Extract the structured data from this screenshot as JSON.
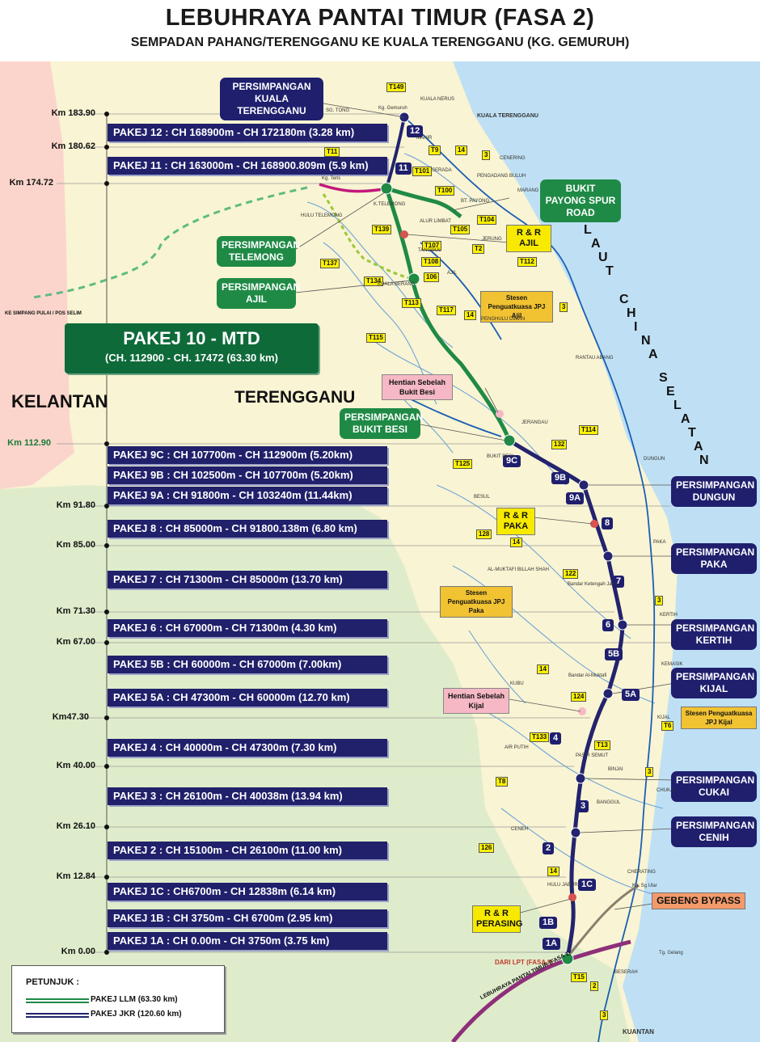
{
  "title": "LEBUHRAYA PANTAI TIMUR (FASA 2)",
  "subtitle": "SEMPADAN PAHANG/TERENGGANU KE KUALA TERENGGANU (KG. GEMURUH)",
  "colors": {
    "llm": "#1f8a46",
    "jkr": "#23236e",
    "sea": "#bfe0f4",
    "land": "#f9f4d3",
    "kelantan": "#fbd5cb",
    "pahang": "#dfeccb"
  },
  "km_markers": [
    "Km 183.90",
    "Km 180.62",
    "Km 174.72",
    "Km 112.90",
    "Km 91.80",
    "Km 85.00",
    "Km 71.30",
    "Km 67.00",
    "Km47.30",
    "Km 40.00",
    "Km 26.10",
    "Km 12.84",
    "Km 0.00"
  ],
  "pakej": [
    "PAKEJ 12 : CH 168900m - CH 172180m (3.28 km)",
    "PAKEJ 11 : CH 163000m - CH 168900.809m (5.9 km)",
    "PAKEJ 9C : CH 107700m - CH 112900m (5.20km)",
    "PAKEJ 9B : CH 102500m - CH 107700m (5.20km)",
    "PAKEJ 9A : CH 91800m - CH 103240m (11.44km)",
    "PAKEJ 8 : CH 85000m - CH 91800.138m (6.80 km)",
    "PAKEJ 7 : CH 71300m - CH 85000m (13.70 km)",
    "PAKEJ 6 : CH 67000m - CH 71300m (4.30 km)",
    "PAKEJ 5B : CH 60000m - CH 67000m (7.00km)",
    "PAKEJ 5A : CH 47300m - CH 60000m (12.70 km)",
    "PAKEJ 4 : CH 40000m - CH 47300m (7.30 km)",
    "PAKEJ 3 : CH 26100m - CH 40038m (13.94 km)",
    "PAKEJ 2 : CH 15100m - CH 26100m (11.00 km)",
    "PAKEJ 1C : CH6700m - CH 12838m (6.14 km)",
    "PAKEJ 1B : CH 3750m - CH 6700m (2.95 km)",
    "PAKEJ 1A : CH 0.00m - CH 3750m (3.75 km)"
  ],
  "pakej10": {
    "title": "PAKEJ 10 - MTD",
    "subtitle": "(CH. 112900 - CH. 17472 (63.30 km)"
  },
  "interchanges": {
    "kuala_terengganu": "PERSIMPANGAN KUALA TERENGGANU",
    "telemong": "PERSIMPANGAN TELEMONG",
    "ajil": "PERSIMPANGAN AJIL",
    "bukit_besi": "PERSIMPANGAN BUKIT BESI",
    "dungun": "PERSIMPANGAN DUNGUN",
    "paka": "PERSIMPANGAN PAKA",
    "kertih": "PERSIMPANGAN KERTIH",
    "kijal": "PERSIMPANGAN KIJAL",
    "cukai": "PERSIMPANGAN CUKAI",
    "cenih": "PERSIMPANGAN CENIH"
  },
  "bukit_payong": "BUKIT PAYONG SPUR ROAD",
  "gebeng": "GEBENG BYPASS",
  "rr": {
    "ajil": "R & R AJIL",
    "paka": "R & R PAKA",
    "perasing": "R & R PERASING"
  },
  "hentian": {
    "bukit_besi": "Hentian Sebelah Bukit Besi",
    "kijal": "Hentian Sebelah Kijal"
  },
  "stesen": {
    "ajil": "Stesen Penguatkuasa JPJ Ajil",
    "paka": "Stesen Penguatkuasa JPJ Paka",
    "kijal": "Stesen Penguatkuasa JPJ Kijal"
  },
  "regions": {
    "kelantan": "KELANTAN",
    "terengganu": "TERENGGANU"
  },
  "sea_letters": [
    "L",
    "A",
    "U",
    "T",
    "C",
    "H",
    "I",
    "N",
    "A",
    "S",
    "E",
    "L",
    "A",
    "T",
    "A",
    "N"
  ],
  "ke_simpang": "KE SIMPANG PULAI / POS SELIM",
  "dari_lpt": "DARI LPT (FASA I)",
  "lpt_fasa1": "LEBUHRAYA PANTAI TIMUR (FASA 1)",
  "package_labels": [
    "12",
    "11",
    "9C",
    "9B",
    "9A",
    "8",
    "7",
    "6",
    "5B",
    "5A",
    "4",
    "3",
    "2",
    "1C",
    "1B",
    "1A"
  ],
  "roads": [
    "T149",
    "T11",
    "T9",
    "14",
    "3",
    "T101",
    "T100",
    "T104",
    "T105",
    "T2",
    "T112",
    "T139",
    "T107",
    "T108",
    "T137",
    "T134",
    "106",
    "T113",
    "T117",
    "14",
    "3",
    "T115",
    "T114",
    "132",
    "T125",
    "128",
    "14",
    "122",
    "3",
    "14",
    "124",
    "T6",
    "T133",
    "T13",
    "T8",
    "3",
    "126",
    "14",
    "T15",
    "2",
    "3"
  ],
  "towns": [
    "SG. TONG",
    "Kg. Gemuruh",
    "KUALA NERUS",
    "KUALA TERENGGANU",
    "MANIR",
    "CENERING",
    "SERADA",
    "PENGADANG BULUH",
    "MARANG",
    "Kg. Teris",
    "K.TELEMONG",
    "BT. PAYONG",
    "HULU TELEMONG",
    "ALUR LIMBAT",
    "JERUNG",
    "TANGGUL",
    "AJIL",
    "KUALA BERANG",
    "PENGHULU DIMAN",
    "RANTAU ABANG",
    "JERANGAU",
    "BUKIT BESI",
    "DUNGUN",
    "BESUL",
    "PAKA",
    "AL-MUKTAFI BILLAH SHAH",
    "Bandar Ketengah Jaya",
    "KERTIH",
    "KEMASIK",
    "KUBU",
    "Bandar Al-Muktafi",
    "KIJAL",
    "AIR PUTIH",
    "PASIR SEMUT",
    "BINJAI",
    "CHUKAI",
    "BANGGUL",
    "CENEH",
    "CHERATING",
    "HULU JABUR",
    "Kg. Sg Ular",
    "Tg. Gelang",
    "BESERAH",
    "KUANTAN"
  ],
  "legend": {
    "title": "PETUNJUK :",
    "llm": "PAKEJ LLM (63.30 km)",
    "jkr": "PAKEJ JKR (120.60 km)"
  }
}
